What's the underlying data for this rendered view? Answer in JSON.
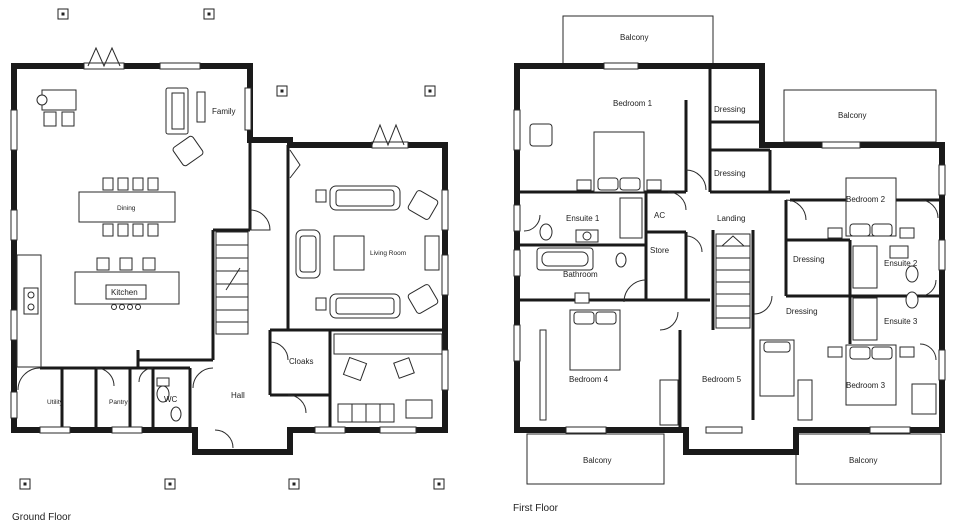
{
  "floors": {
    "ground": {
      "caption": "Ground Floor",
      "rooms": {
        "family": "Family",
        "dining": "Dining",
        "kitchen": "Kitchen",
        "living_room": "Living Room",
        "cloaks": "Cloaks",
        "hall": "Hall",
        "utility": "Utility",
        "pantry": "Pantry",
        "wc": "WC"
      }
    },
    "first": {
      "caption": "First Floor",
      "rooms": {
        "balcony_top": "Balcony",
        "bedroom_1": "Bedroom 1",
        "dressing_1": "Dressing",
        "dressing_2": "Dressing",
        "balcony_right": "Balcony",
        "bedroom_2": "Bedroom 2",
        "ensuite_1": "Ensuite 1",
        "ac": "AC",
        "landing": "Landing",
        "store": "Store",
        "bathroom": "Bathroom",
        "dressing_3": "Dressing",
        "ensuite_2": "Ensuite 2",
        "dressing_4": "Dressing",
        "ensuite_3": "Ensuite 3",
        "bedroom_3": "Bedroom 3",
        "bedroom_4": "Bedroom 4",
        "bedroom_5": "Bedroom 5",
        "balcony_bottom_left": "Balcony",
        "balcony_bottom_right": "Balcony"
      }
    }
  },
  "icons": [
    "survey-marker-icon",
    "bed-icon",
    "sofa-icon",
    "armchair-icon",
    "dining-table-icon",
    "bathtub-icon",
    "toilet-icon",
    "sink-icon",
    "stair-icon",
    "door-swing-icon",
    "window-icon",
    "hob-icon"
  ]
}
